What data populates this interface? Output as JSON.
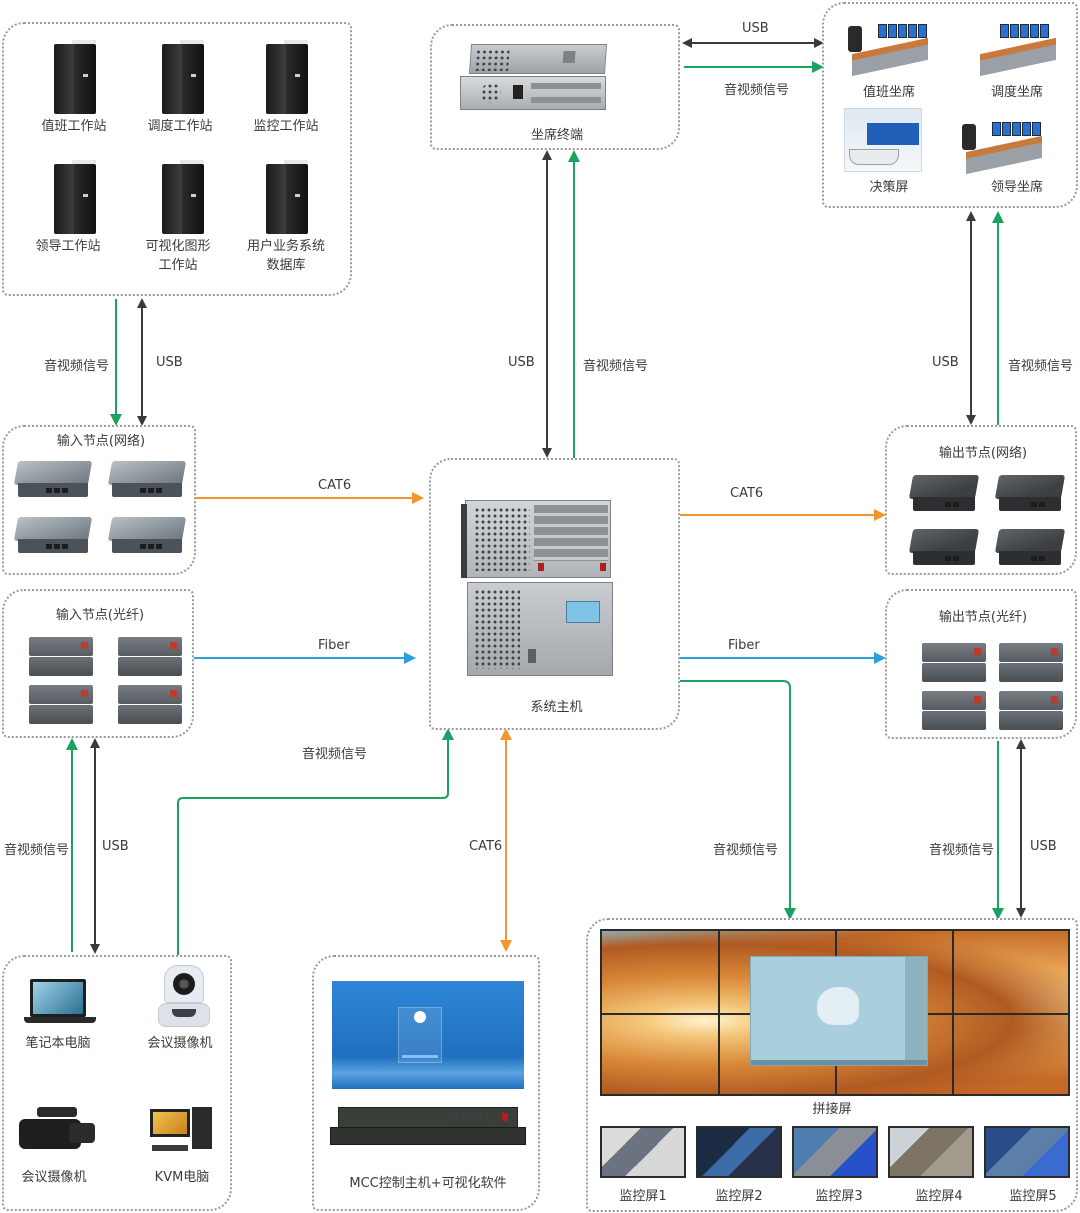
{
  "colors": {
    "usb": "#3a3a3a",
    "av_signal": "#1aa260",
    "cat6": "#f0962e",
    "fiber": "#2aa0dc",
    "group_border": "#9a9a9a"
  },
  "groups": {
    "workstations": {
      "items": [
        {
          "label": "值班工作站"
        },
        {
          "label": "调度工作站"
        },
        {
          "label": "监控工作站"
        },
        {
          "label": "领导工作站"
        },
        {
          "label": "可视化图形\n工作站"
        },
        {
          "label": "用户业务系统\n数据库"
        }
      ]
    },
    "seat_terminal": {
      "label": "坐席终端"
    },
    "seats": {
      "items": [
        {
          "label": "值班坐席"
        },
        {
          "label": "调度坐席"
        },
        {
          "label": "决策屏"
        },
        {
          "label": "领导坐席"
        }
      ]
    },
    "input_network": {
      "title": "输入节点(网络)"
    },
    "input_fiber": {
      "title": "输入节点(光纤)"
    },
    "system_host": {
      "label": "系统主机"
    },
    "output_network": {
      "title": "输出节点(网络)"
    },
    "output_fiber": {
      "title": "输出节点(光纤)"
    },
    "sources": {
      "items": [
        {
          "label": "笔记本电脑"
        },
        {
          "label": "会议摄像机"
        },
        {
          "label": "会议摄像机"
        },
        {
          "label": "KVM电脑"
        }
      ]
    },
    "mcc": {
      "label": "MCC控制主机+可视化软件"
    },
    "display": {
      "videowall_label": "拼接屏",
      "monitors": [
        {
          "label": "监控屏1"
        },
        {
          "label": "监控屏2"
        },
        {
          "label": "监控屏3"
        },
        {
          "label": "监控屏4"
        },
        {
          "label": "监控屏5"
        }
      ]
    }
  },
  "connections": [
    {
      "id": "terminal-seats-usb",
      "label": "USB",
      "type": "usb"
    },
    {
      "id": "terminal-seats-av",
      "label": "音视频信号",
      "type": "av_signal"
    },
    {
      "id": "ws-input-av",
      "label": "音视频信号",
      "type": "av_signal"
    },
    {
      "id": "ws-input-usb",
      "label": "USB",
      "type": "usb"
    },
    {
      "id": "host-terminal-usb",
      "label": "USB",
      "type": "usb"
    },
    {
      "id": "host-terminal-av",
      "label": "音视频信号",
      "type": "av_signal"
    },
    {
      "id": "seats-output-usb",
      "label": "USB",
      "type": "usb"
    },
    {
      "id": "seats-output-av",
      "label": "音视频信号",
      "type": "av_signal"
    },
    {
      "id": "input-host-cat6",
      "label": "CAT6",
      "type": "cat6"
    },
    {
      "id": "host-output-cat6",
      "label": "CAT6",
      "type": "cat6"
    },
    {
      "id": "input-host-fiber",
      "label": "Fiber",
      "type": "fiber"
    },
    {
      "id": "host-output-fiber",
      "label": "Fiber",
      "type": "fiber"
    },
    {
      "id": "camera-host-av",
      "label": "音视频信号",
      "type": "av_signal"
    },
    {
      "id": "sources-input-av",
      "label": "音视频信号",
      "type": "av_signal"
    },
    {
      "id": "sources-input-usb",
      "label": "USB",
      "type": "usb"
    },
    {
      "id": "host-mcc-cat6",
      "label": "CAT6",
      "type": "cat6"
    },
    {
      "id": "host-display-av",
      "label": "音视频信号",
      "type": "av_signal"
    },
    {
      "id": "output-display-av",
      "label": "音视频信号",
      "type": "av_signal"
    },
    {
      "id": "output-display-usb",
      "label": "USB",
      "type": "usb"
    }
  ]
}
